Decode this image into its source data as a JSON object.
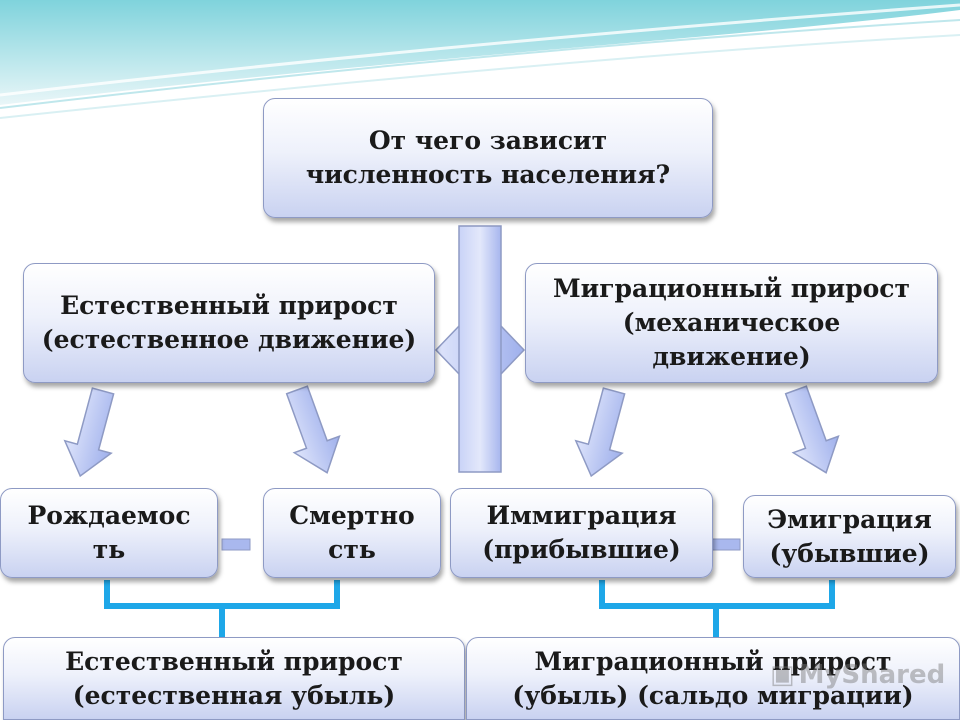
{
  "diagram": {
    "root": {
      "text": "От чего зависит численность населения?"
    },
    "level1": [
      {
        "text": "Естественный прирост (естественное движение)"
      },
      {
        "text": "Миграционный прирост (механическое движение)"
      }
    ],
    "level2": [
      {
        "line1": "Рождаемос",
        "line2": "ть"
      },
      {
        "line1": "Смертно",
        "line2": "сть"
      },
      {
        "line1": "Иммиграция",
        "line2": "(прибывшие)"
      },
      {
        "line1": "Эмиграция",
        "line2": "(убывшие)"
      }
    ],
    "results": [
      {
        "line1": "Естественный прирост",
        "line2": "(естественная убыль)"
      },
      {
        "line1": "Миграционный прирост",
        "line2": "(убыль) (сальдо миграции)"
      }
    ]
  },
  "watermark": {
    "text": "MyShared"
  },
  "colors": {
    "box_border": "#8e9ac4",
    "arrow_fill": "#a9b8ee",
    "bracket": "#1ea7e8",
    "wave": "#5cc3cf"
  }
}
